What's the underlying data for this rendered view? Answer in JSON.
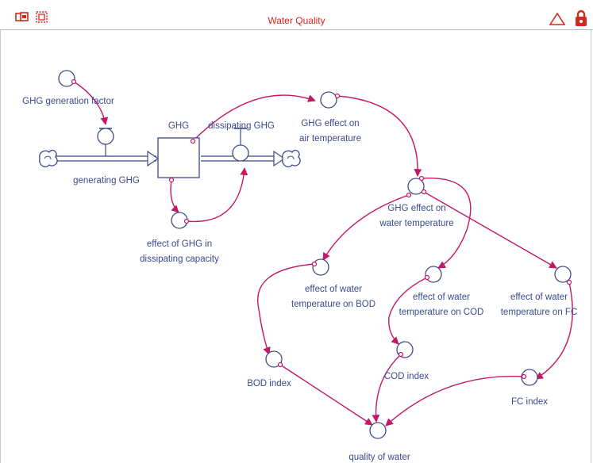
{
  "window": {
    "title": "Water Quality",
    "left_icons": [
      "model-view-icon",
      "map-view-icon"
    ],
    "right_icons": [
      "triangle-warning-icon",
      "lock-icon"
    ],
    "accent": "#d4281f"
  },
  "diagram": {
    "stock": {
      "label": "GHG"
    },
    "flows": {
      "inflow": "generating GHG",
      "outflow": "dissipating GHG"
    },
    "variables": {
      "ghg_generation_factor": "GHG generation factor",
      "effect_ghg_dissipating_1": "effect of GHG in",
      "effect_ghg_dissipating_2": "dissipating capacity",
      "ghg_effect_air_1": "GHG effect on",
      "ghg_effect_air_2": "air temperature",
      "ghg_effect_water_1": "GHG effect on",
      "ghg_effect_water_2": "water temperature",
      "eff_bod_1": "effect of water",
      "eff_bod_2": "temperature on BOD",
      "eff_cod_1": "effect of water",
      "eff_cod_2": "temperature on COD",
      "eff_fc_1": "effect of water",
      "eff_fc_2": "temperature on FC",
      "bod_index": "BOD index",
      "cod_index": "COD index",
      "fc_index": "FC index",
      "quality_of_water": "quality of water"
    },
    "colors": {
      "connector": "#c21865",
      "shape": "#3f4b85",
      "label": "#3b4a8c"
    }
  }
}
